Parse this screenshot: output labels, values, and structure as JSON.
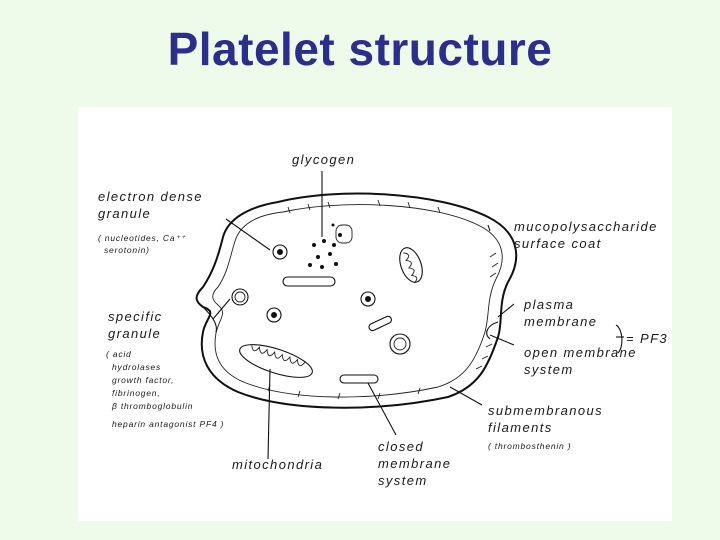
{
  "slide": {
    "title": "Platelet structure"
  },
  "labels": {
    "glycogen": "glycogen",
    "electron_dense_line1": "electron dense",
    "electron_dense_line2": "granule",
    "electron_dense_note1": "( nucleotides, Ca⁺⁺",
    "electron_dense_note2": "serotonin)",
    "mucopoly_line1": "mucopolysaccharide",
    "mucopoly_line2": "surface coat",
    "specific_line1": "specific",
    "specific_line2": "granule",
    "specific_note1": "( acid",
    "specific_note2": "hydrolases",
    "specific_note3": "growth factor,",
    "specific_note4": "fibrinogen,",
    "specific_note5": "β thromboglobulin",
    "specific_note6": "heparin antagonist  PF4 )",
    "plasma_line1": "plasma",
    "plasma_line2": "membrane",
    "pf3": "= PF3",
    "open_line1": "open membrane",
    "open_line2": "system",
    "submem_line1": "submembranous",
    "submem_line2": "filaments",
    "submem_note": "( thrombosthenin )",
    "mito": "mitochondria",
    "closed_line1": "closed",
    "closed_line2": "membrane",
    "closed_line3": "system"
  }
}
